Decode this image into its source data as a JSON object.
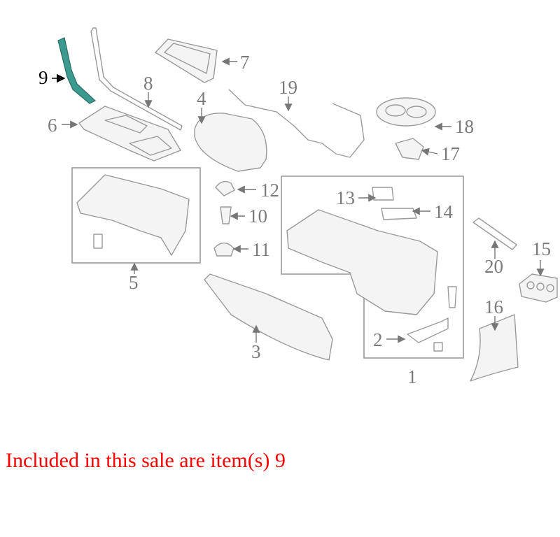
{
  "diagram": {
    "labels": {
      "p1": "1",
      "p2": "2",
      "p3": "3",
      "p4": "4",
      "p5": "5",
      "p6": "6",
      "p7": "7",
      "p8": "8",
      "p9": "9",
      "p10": "10",
      "p11": "11",
      "p12": "12",
      "p13": "13",
      "p14": "14",
      "p15": "15",
      "p16": "16",
      "p17": "17",
      "p18": "18",
      "p19": "19",
      "p20": "20"
    },
    "highlight_part": "9",
    "colors": {
      "highlight": "#3d9a90",
      "lines": "#9a9a9a",
      "sale_text": "#ff0000"
    }
  },
  "sale_text": "Included in this sale are item(s) 9"
}
